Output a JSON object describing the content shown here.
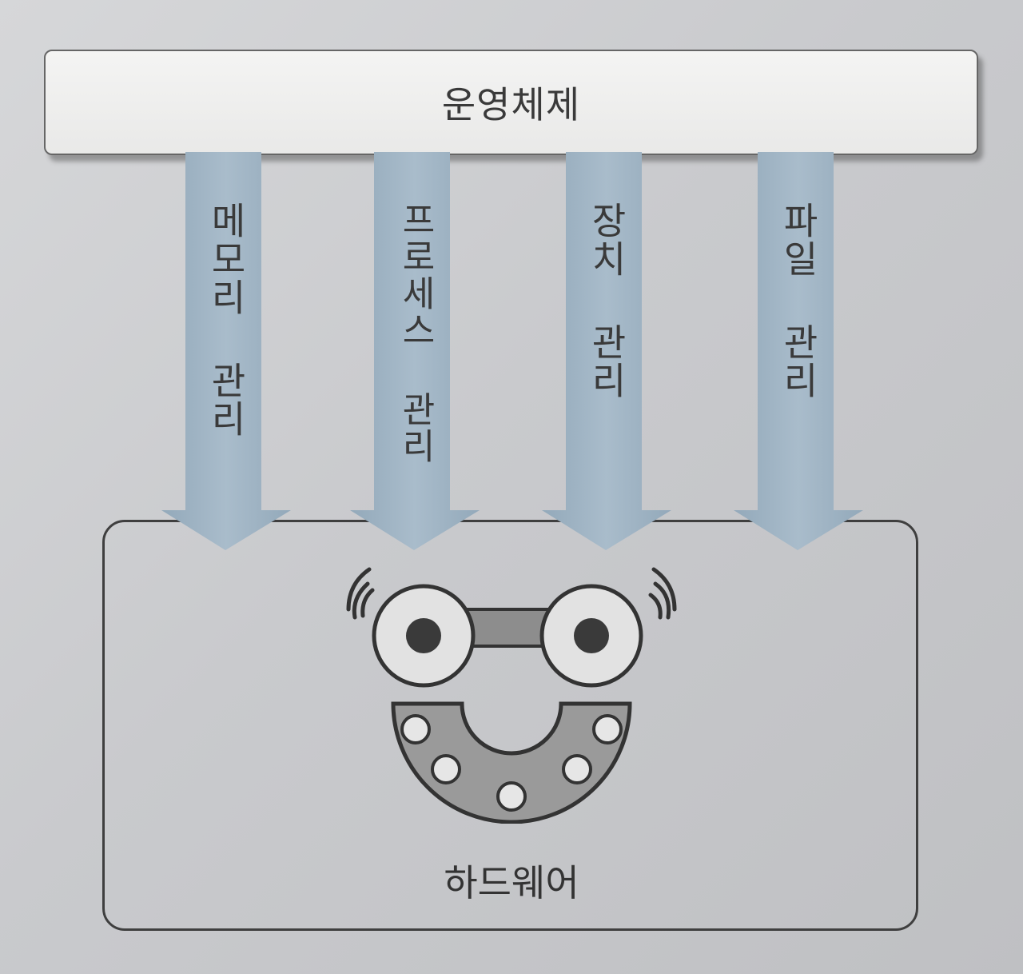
{
  "os": {
    "label": "운영체제"
  },
  "hardware": {
    "label": "하드웨어"
  },
  "arrows": [
    {
      "label": "메모리 관리"
    },
    {
      "label": "프로세스 관리"
    },
    {
      "label": "장치 관리"
    },
    {
      "label": "파일 관리"
    }
  ],
  "colors": {
    "arrow_fill": "#9fb3c3",
    "box_fill": "#efefee",
    "outline": "#3f3f3f"
  },
  "icons": [
    "hardware-face-icon",
    "vibration-left-icon",
    "vibration-right-icon"
  ]
}
